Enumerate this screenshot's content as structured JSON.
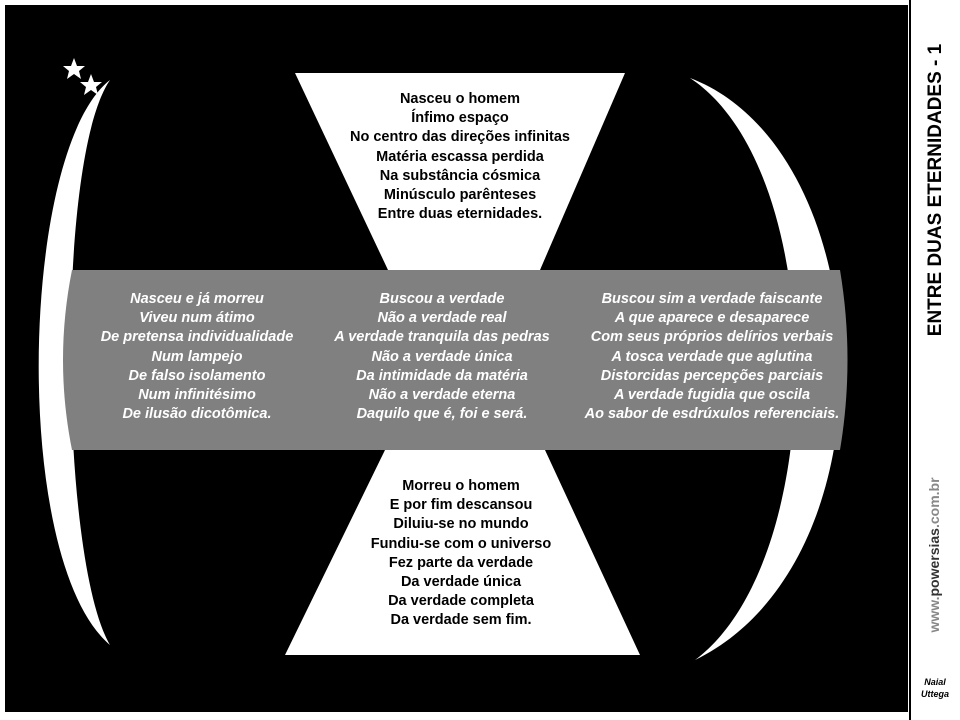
{
  "title": "ENTRE DUAS ETERNIDADES - 1",
  "site": {
    "prefix": "www.",
    "name": "powersias",
    ".suffix": "",
    "suffix": ".com.br"
  },
  "author": [
    "Naial",
    "Uttega"
  ],
  "top_stanza": [
    "Nasceu o homem",
    "Ínfimo espaço",
    "No centro das direções infinitas",
    "Matéria escassa perdida",
    "Na substância cósmica",
    "Minúsculo parênteses",
    "Entre duas eternidades."
  ],
  "left_stanza": [
    "Nasceu e já morreu",
    "Viveu num átimo",
    "De pretensa individualidade",
    "Num lampejo",
    "De falso isolamento",
    "Num infinitésimo",
    "De ilusão dicotômica."
  ],
  "center_stanza": [
    "Buscou a verdade",
    "Não a verdade real",
    "A verdade tranquila das pedras",
    "Não a verdade única",
    "Da intimidade da matéria",
    "Não a verdade eterna",
    "Daquilo que é, foi e será."
  ],
  "right_stanza": [
    "Buscou sim a verdade faiscante",
    "A que aparece e desaparece",
    "Com seus próprios delírios verbais",
    "A tosca verdade que aglutina",
    "Distorcidas percepções parciais",
    "A verdade fugidia que oscila",
    "Ao sabor de esdrúxulos referenciais."
  ],
  "bottom_stanza": [
    "Morreu o homem",
    "E por fim descansou",
    "Diluiu-se no mundo",
    "Fundiu-se com o universo",
    "Fez parte da verdade",
    "Da verdade única",
    "Da verdade completa",
    "Da verdade sem fim."
  ],
  "colors": {
    "background": "#000000",
    "band": "#808080",
    "shape": "#ffffff"
  }
}
